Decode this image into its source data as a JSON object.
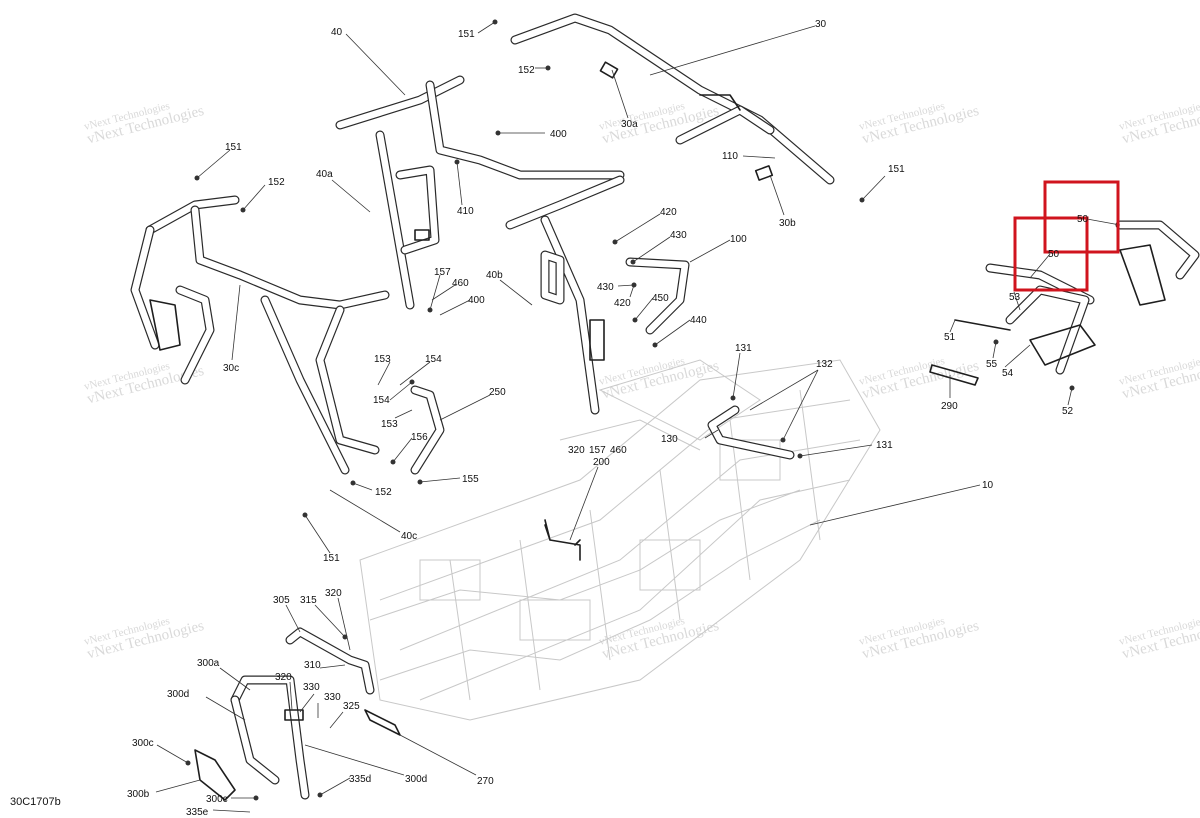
{
  "diagram": {
    "document_id": "30C1707b",
    "watermark_lines": [
      "vNext Technologies",
      "vNext Technologies"
    ],
    "highlight_color": "#d0141e",
    "callouts": [
      {
        "id": "c30",
        "text": "30"
      },
      {
        "id": "c40",
        "text": "40"
      },
      {
        "id": "c151a",
        "text": "151"
      },
      {
        "id": "c152a",
        "text": "152"
      },
      {
        "id": "c400a",
        "text": "400"
      },
      {
        "id": "c30a",
        "text": "30a"
      },
      {
        "id": "c110",
        "text": "110"
      },
      {
        "id": "c151b",
        "text": "151"
      },
      {
        "id": "c30b",
        "text": "30b"
      },
      {
        "id": "c151c",
        "text": "151"
      },
      {
        "id": "c152b",
        "text": "152"
      },
      {
        "id": "c40a",
        "text": "40a"
      },
      {
        "id": "c410",
        "text": "410"
      },
      {
        "id": "c420a",
        "text": "420"
      },
      {
        "id": "c430a",
        "text": "430"
      },
      {
        "id": "c100",
        "text": "100"
      },
      {
        "id": "c157a",
        "text": "157"
      },
      {
        "id": "c460a",
        "text": "460"
      },
      {
        "id": "c400b",
        "text": "400"
      },
      {
        "id": "c40b",
        "text": "40b"
      },
      {
        "id": "c430b",
        "text": "430"
      },
      {
        "id": "c420b",
        "text": "420"
      },
      {
        "id": "c450",
        "text": "450"
      },
      {
        "id": "c440",
        "text": "440"
      },
      {
        "id": "c30c",
        "text": "30c"
      },
      {
        "id": "c153a",
        "text": "153"
      },
      {
        "id": "c154a",
        "text": "154"
      },
      {
        "id": "c250",
        "text": "250"
      },
      {
        "id": "c154b",
        "text": "154"
      },
      {
        "id": "c153b",
        "text": "153"
      },
      {
        "id": "c156",
        "text": "156"
      },
      {
        "id": "c155",
        "text": "155"
      },
      {
        "id": "c152c",
        "text": "152"
      },
      {
        "id": "c40c",
        "text": "40c"
      },
      {
        "id": "c151d",
        "text": "151"
      },
      {
        "id": "c131a",
        "text": "131"
      },
      {
        "id": "c132",
        "text": "132"
      },
      {
        "id": "c130",
        "text": "130"
      },
      {
        "id": "c131b",
        "text": "131"
      },
      {
        "id": "c320a",
        "text": "320"
      },
      {
        "id": "c157b",
        "text": "157"
      },
      {
        "id": "c460b",
        "text": "460"
      },
      {
        "id": "c200",
        "text": "200"
      },
      {
        "id": "c10",
        "text": "10"
      },
      {
        "id": "c50a",
        "text": "50"
      },
      {
        "id": "c50b",
        "text": "50"
      },
      {
        "id": "c53",
        "text": "53"
      },
      {
        "id": "c51",
        "text": "51"
      },
      {
        "id": "c55",
        "text": "55"
      },
      {
        "id": "c54",
        "text": "54"
      },
      {
        "id": "c290",
        "text": "290"
      },
      {
        "id": "c52",
        "text": "52"
      },
      {
        "id": "c305",
        "text": "305"
      },
      {
        "id": "c315",
        "text": "315"
      },
      {
        "id": "c320b",
        "text": "320"
      },
      {
        "id": "c300a",
        "text": "300a"
      },
      {
        "id": "c310",
        "text": "310"
      },
      {
        "id": "c320c",
        "text": "320"
      },
      {
        "id": "c330a",
        "text": "330"
      },
      {
        "id": "c300d_a",
        "text": "300d"
      },
      {
        "id": "c330b",
        "text": "330"
      },
      {
        "id": "c325",
        "text": "325"
      },
      {
        "id": "c300c_a",
        "text": "300c"
      },
      {
        "id": "c300d_b",
        "text": "300d"
      },
      {
        "id": "c270",
        "text": "270"
      },
      {
        "id": "c335d",
        "text": "335d"
      },
      {
        "id": "c300b",
        "text": "300b"
      },
      {
        "id": "c300c_b",
        "text": "300c"
      },
      {
        "id": "c335e",
        "text": "335e"
      }
    ]
  }
}
